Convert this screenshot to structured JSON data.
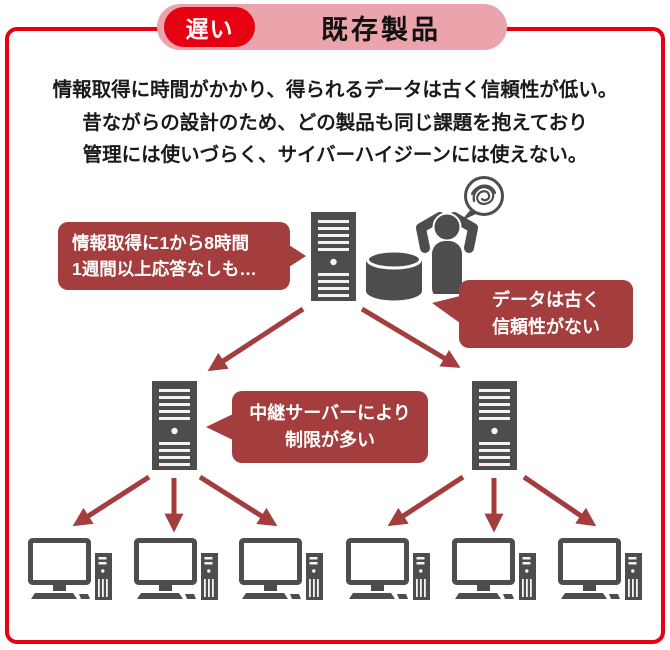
{
  "header": {
    "badge": "遅い",
    "title": "既存製品"
  },
  "description": {
    "lines": [
      "情報取得に時間がかかり、得られるデータは古く信頼性が低い。",
      "昔ながらの設計のため、どの製品も同じ課題を抱えており",
      "管理には使いづらく、サイバーハイジーンには使えない。"
    ]
  },
  "callouts": {
    "acquisition_time": {
      "lines": [
        "情報取得に1から8時間",
        "1週間以上応答なしも…"
      ]
    },
    "stale_data": {
      "lines": [
        "データは古く",
        "信頼性がない"
      ]
    },
    "relay_limits": {
      "lines": [
        "中継サーバーにより",
        "制限が多い"
      ]
    }
  },
  "icons": {
    "server": "server-tower-icon",
    "database": "database-cylinder-icon",
    "person": "frustrated-person-icon",
    "thought": "confused-scribble-thought-bubble-icon",
    "computer": "desktop-computer-icon",
    "arrow": "flow-arrow"
  },
  "colors": {
    "accent_red": "#e60012",
    "header_pink": "#eba4ab",
    "callout_red": "#a43d3d",
    "icon_gray": "#4d4d4d",
    "text_black": "#1a1a1a"
  }
}
